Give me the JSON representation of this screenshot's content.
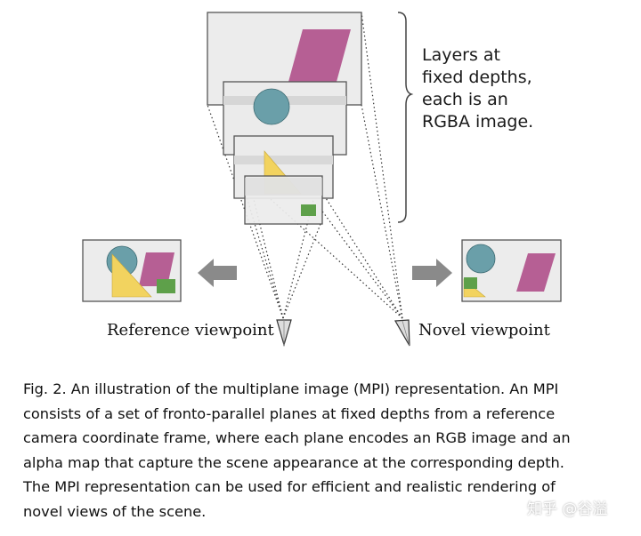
{
  "figure": {
    "layers_label": [
      "Layers at",
      "fixed depths,",
      "each is an",
      "RGBA image."
    ],
    "reference_label": "Reference viewpoint",
    "novel_label": "Novel viewpoint"
  },
  "caption": {
    "lines": [
      "Fig. 2.  An illustration of the multiplane image (MPI) representation. An MPI",
      "consists of a set of fronto-parallel planes at fixed depths from a reference",
      "camera coordinate frame, where each plane encodes an RGB image and an",
      "alpha map that capture the scene appearance at the corresponding depth.",
      "The MPI representation can be used for efficient and realistic rendering of",
      "novel views of the scene."
    ]
  },
  "watermark": "知乎 @谷溢",
  "colors": {
    "plane_fill": "#ececec",
    "plane_stroke": "#555555",
    "circle": "#6a9fa9",
    "parallelogram": "#b65f94",
    "triangle": "#f2d35f",
    "square": "#5ea04a",
    "arrow": "#8a8a8a"
  }
}
